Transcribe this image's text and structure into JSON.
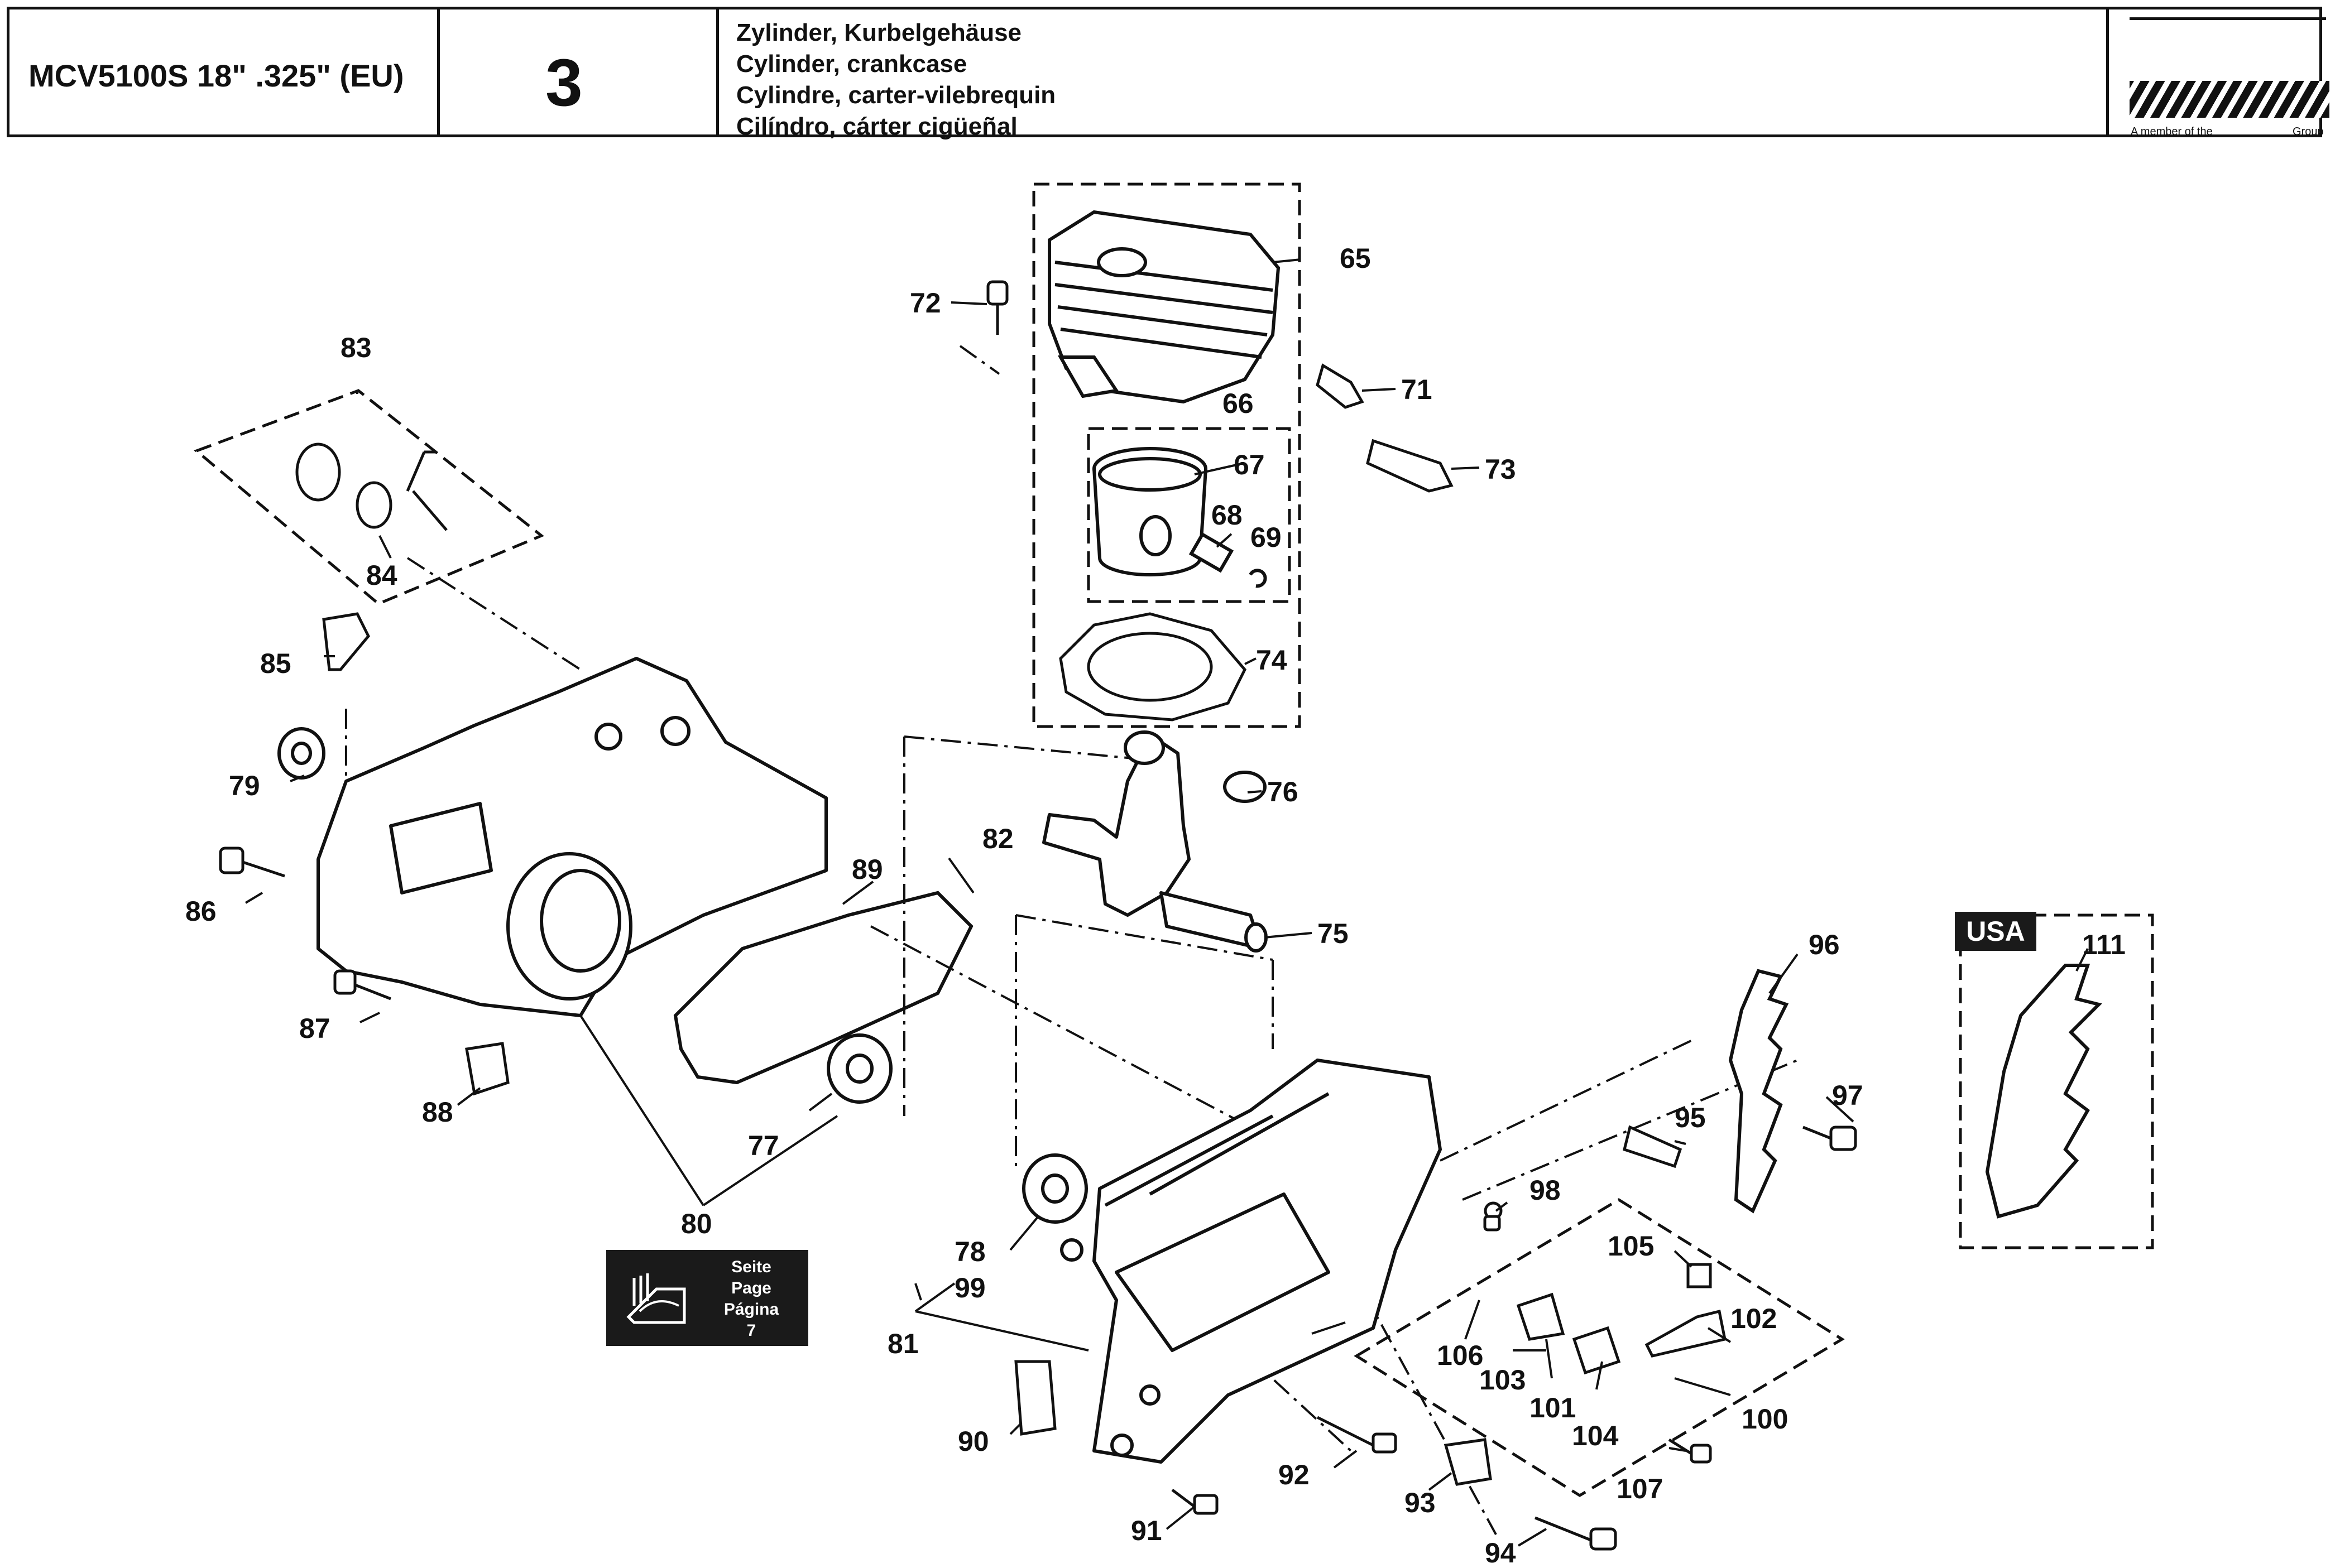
{
  "header": {
    "model": "MCV5100S 18\" .325\" (EU)",
    "page_number": "3",
    "titles": [
      "Zylinder, Kurbelgehäuse",
      "Cylinder, crankcase",
      "Cylindre, carter-vilebrequin",
      "Cilíndro, cárter cigüeñal"
    ],
    "logo_left": "A member of the",
    "logo_right": "Group"
  },
  "page_reference": {
    "lines": [
      "Seite",
      "Page",
      "Página",
      "7"
    ]
  },
  "region_badge": "USA",
  "callouts": [
    "65",
    "66",
    "67",
    "68",
    "69",
    "71",
    "72",
    "73",
    "74",
    "75",
    "76",
    "77",
    "78",
    "79",
    "80",
    "81",
    "82",
    "83",
    "84",
    "85",
    "86",
    "87",
    "88",
    "89",
    "90",
    "91",
    "92",
    "93",
    "94",
    "95",
    "96",
    "97",
    "98",
    "99",
    "100",
    "101",
    "102",
    "103",
    "104",
    "105",
    "106",
    "107",
    "111"
  ]
}
